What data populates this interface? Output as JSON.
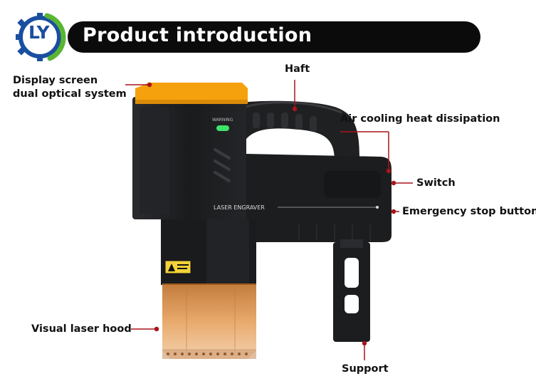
{
  "header": {
    "logo_text": "LY",
    "title": "Product introduction"
  },
  "labels": {
    "display_screen": "Display screen",
    "dual_optical": "dual optical system",
    "haft": "Haft",
    "air_cooling": "Air cooling heat dissipation",
    "switch": "Switch",
    "emergency_stop": "Emergency stop button",
    "visual_laser_hood": "Visual laser hood",
    "support": "Support"
  },
  "device_printed": {
    "warning": "WARNING",
    "model": "LASER ENGRAVER"
  },
  "colors": {
    "accent_orange": "#f5a10e",
    "brand_blue": "#1a4fa0",
    "brand_green": "#5ab532",
    "callout_red": "#a8151b",
    "body_black": "#1c1d1f"
  }
}
